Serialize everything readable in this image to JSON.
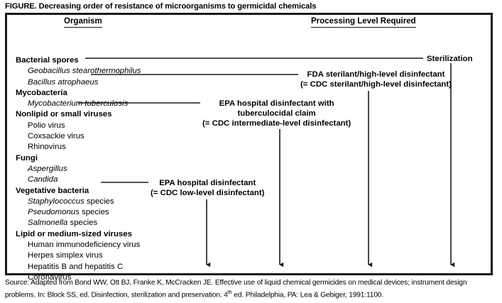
{
  "figure": {
    "title": "FIGURE. Decreasing order of resistance of microorganisms to germicidal chemicals",
    "headers": {
      "organism": "Organism",
      "processing": "Processing Level Required"
    }
  },
  "organisms": [
    {
      "group": "Bacterial spores",
      "members": [
        {
          "text": "Geobacillus stearothermophilus",
          "italic": true
        },
        {
          "text": "Bacillus atrophaeus",
          "italic": true
        }
      ]
    },
    {
      "group": "Mycobacteria",
      "members": [
        {
          "text": "Mycobacterium tuberculosis",
          "italic": true
        }
      ]
    },
    {
      "group": "Nonlipid or small viruses",
      "members": [
        {
          "text": "Polio virus",
          "italic": false
        },
        {
          "text": "Coxsackie virus",
          "italic": false
        },
        {
          "text": "Rhinovirus",
          "italic": false
        }
      ]
    },
    {
      "group": "Fungi",
      "members": [
        {
          "text": "Aspergillus",
          "italic": true
        },
        {
          "text": "Candida",
          "italic": true
        }
      ]
    },
    {
      "group": "Vegetative bacteria",
      "members": [
        {
          "text": "Staphylococcus",
          "suffix": " species",
          "italic": true
        },
        {
          "text": "Pseudomonus",
          "suffix": " species",
          "italic": true
        },
        {
          "text": "Salmonella",
          "suffix": " species",
          "italic": true
        }
      ]
    },
    {
      "group": "Lipid or medium-sized viruses",
      "members": [
        {
          "text": "Human immunodeficiency virus",
          "italic": false
        },
        {
          "text": "Herpes simplex virus",
          "italic": false
        },
        {
          "text": "Hepatitis B and hepatitis C",
          "italic": false
        },
        {
          "text": "Coronavirus",
          "italic": false
        }
      ]
    }
  ],
  "processing_levels": [
    {
      "id": "sterilization",
      "lines": [
        "Sterilization"
      ]
    },
    {
      "id": "fda-sterilant",
      "lines": [
        "FDA sterilant/high-level disinfectant",
        "(= CDC sterilant/high-level disinfectant)"
      ]
    },
    {
      "id": "epa-intermediate",
      "lines": [
        "EPA hospital disinfectant with",
        "tuberculocidal claim",
        "(= CDC intermediate-level disinfectant)"
      ]
    },
    {
      "id": "epa-low",
      "lines": [
        "EPA hospital disinfectant",
        "(= CDC low-level disinfectant)"
      ]
    }
  ],
  "source": {
    "line1": "Source: Adapted from Bond WW, Ott BJ, Franke K, McCracken JE. Effective use of liquid chemical germicides on medical devices; instrument design",
    "line2_a": "problems. In: Block SS, ed. Disinfection, sterilization and preservation. 4",
    "line2_sup": "th",
    "line2_b": " ed. Philadelphia, PA: Lea & Gebiger, 1991:1100."
  },
  "colors": {
    "ink": "#1a1a1a",
    "background": "#ffffff"
  }
}
